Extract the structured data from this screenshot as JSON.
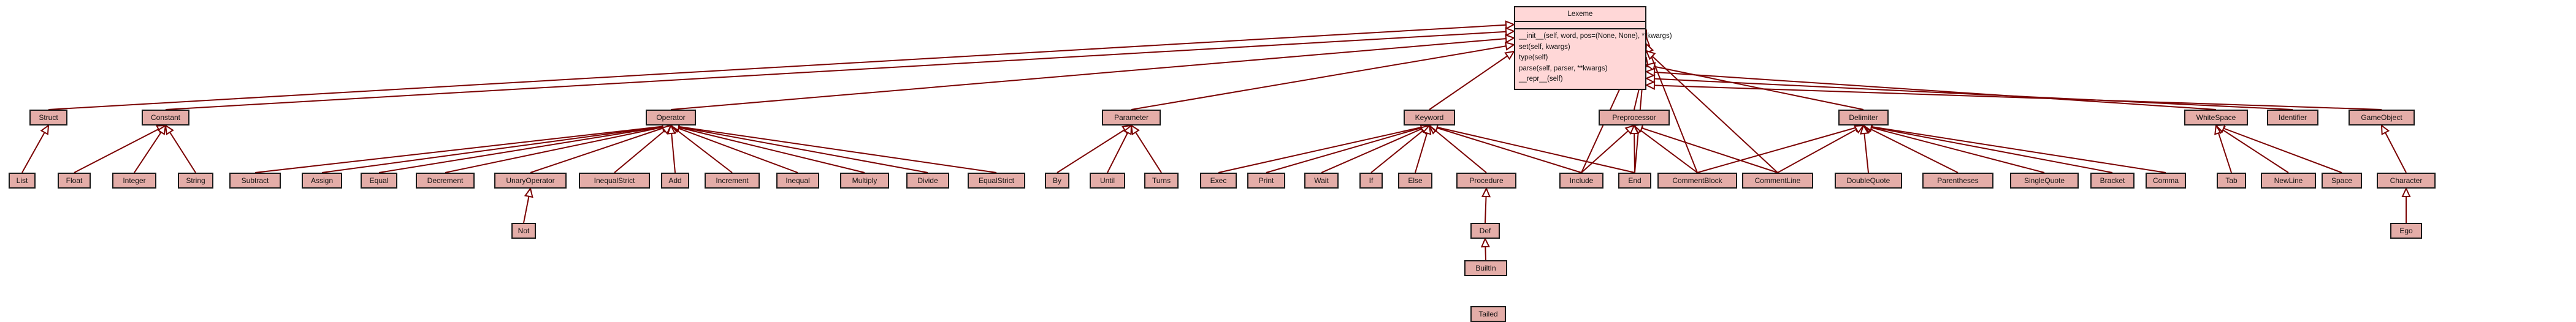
{
  "diagram": {
    "root": {
      "name": "Lexeme",
      "methods": [
        "__init__(self, word, pos=(None, None), **kwargs)",
        "set(self, kwargs)",
        "type(self)",
        "parse(self, parser, **kwargs)",
        "__repr__(self)"
      ]
    },
    "classes": {
      "struct": "Struct",
      "list": "List",
      "constant": "Constant",
      "float": "Float",
      "integer": "Integer",
      "string": "String",
      "operator": "Operator",
      "subtract": "Subtract",
      "assign": "Assign",
      "equal": "Equal",
      "decrement": "Decrement",
      "unary_operator": "UnaryOperator",
      "not": "Not",
      "inequal_strict": "InequalStrict",
      "add": "Add",
      "increment": "Increment",
      "inequal": "Inequal",
      "multiply": "Multiply",
      "divide": "Divide",
      "equal_strict": "EqualStrict",
      "parameter": "Parameter",
      "by": "By",
      "until": "Until",
      "turns": "Turns",
      "keyword": "Keyword",
      "exec": "Exec",
      "print": "Print",
      "wait": "Wait",
      "if": "If",
      "else": "Else",
      "procedure": "Procedure",
      "def": "Def",
      "builtin": "BuiltIn",
      "tailed": "Tailed",
      "preprocessor": "Preprocessor",
      "include": "Include",
      "end": "End",
      "delimiter": "Delimiter",
      "comment_block": "CommentBlock",
      "comment_line": "CommentLine",
      "double_quote": "DoubleQuote",
      "parentheses": "Parentheses",
      "single_quote": "SingleQuote",
      "bracket": "Bracket",
      "comma": "Comma",
      "white_space": "WhiteSpace",
      "tab": "Tab",
      "new_line": "NewLine",
      "space": "Space",
      "identifier": "Identifier",
      "game_object": "GameObject",
      "character": "Character",
      "ego": "Ego"
    },
    "inheritance": [
      [
        "struct",
        "root"
      ],
      [
        "constant",
        "root"
      ],
      [
        "operator",
        "root"
      ],
      [
        "parameter",
        "root"
      ],
      [
        "keyword",
        "root"
      ],
      [
        "preprocessor",
        "root"
      ],
      [
        "delimiter",
        "root"
      ],
      [
        "white_space",
        "root"
      ],
      [
        "identifier",
        "root"
      ],
      [
        "game_object",
        "root"
      ],
      [
        "include",
        "root"
      ],
      [
        "end",
        "root"
      ],
      [
        "comment_block",
        "root"
      ],
      [
        "comment_line",
        "root"
      ],
      [
        "list",
        "struct"
      ],
      [
        "float",
        "constant"
      ],
      [
        "integer",
        "constant"
      ],
      [
        "string",
        "constant"
      ],
      [
        "subtract",
        "operator"
      ],
      [
        "assign",
        "operator"
      ],
      [
        "equal",
        "operator"
      ],
      [
        "decrement",
        "operator"
      ],
      [
        "unary_operator",
        "operator"
      ],
      [
        "inequal_strict",
        "operator"
      ],
      [
        "add",
        "operator"
      ],
      [
        "increment",
        "operator"
      ],
      [
        "inequal",
        "operator"
      ],
      [
        "multiply",
        "operator"
      ],
      [
        "divide",
        "operator"
      ],
      [
        "equal_strict",
        "operator"
      ],
      [
        "not",
        "unary_operator"
      ],
      [
        "by",
        "parameter"
      ],
      [
        "until",
        "parameter"
      ],
      [
        "turns",
        "parameter"
      ],
      [
        "exec",
        "keyword"
      ],
      [
        "print",
        "keyword"
      ],
      [
        "wait",
        "keyword"
      ],
      [
        "if",
        "keyword"
      ],
      [
        "else",
        "keyword"
      ],
      [
        "procedure",
        "keyword"
      ],
      [
        "include",
        "keyword"
      ],
      [
        "end",
        "keyword"
      ],
      [
        "def",
        "procedure"
      ],
      [
        "builtin",
        "def"
      ],
      [
        "tailed",
        "builtin"
      ],
      [
        "include",
        "preprocessor"
      ],
      [
        "end",
        "preprocessor"
      ],
      [
        "comment_block",
        "preprocessor"
      ],
      [
        "comment_line",
        "preprocessor"
      ],
      [
        "comment_block",
        "delimiter"
      ],
      [
        "comment_line",
        "delimiter"
      ],
      [
        "double_quote",
        "delimiter"
      ],
      [
        "parentheses",
        "delimiter"
      ],
      [
        "single_quote",
        "delimiter"
      ],
      [
        "bracket",
        "delimiter"
      ],
      [
        "comma",
        "delimiter"
      ],
      [
        "tab",
        "white_space"
      ],
      [
        "new_line",
        "white_space"
      ],
      [
        "space",
        "white_space"
      ],
      [
        "character",
        "game_object"
      ],
      [
        "ego",
        "character"
      ]
    ]
  },
  "colors": {
    "node_fill": "#e4ada8",
    "root_fill": "#ffd7d7",
    "node_border": "#1a1a1a",
    "edge": "#7a0000"
  }
}
